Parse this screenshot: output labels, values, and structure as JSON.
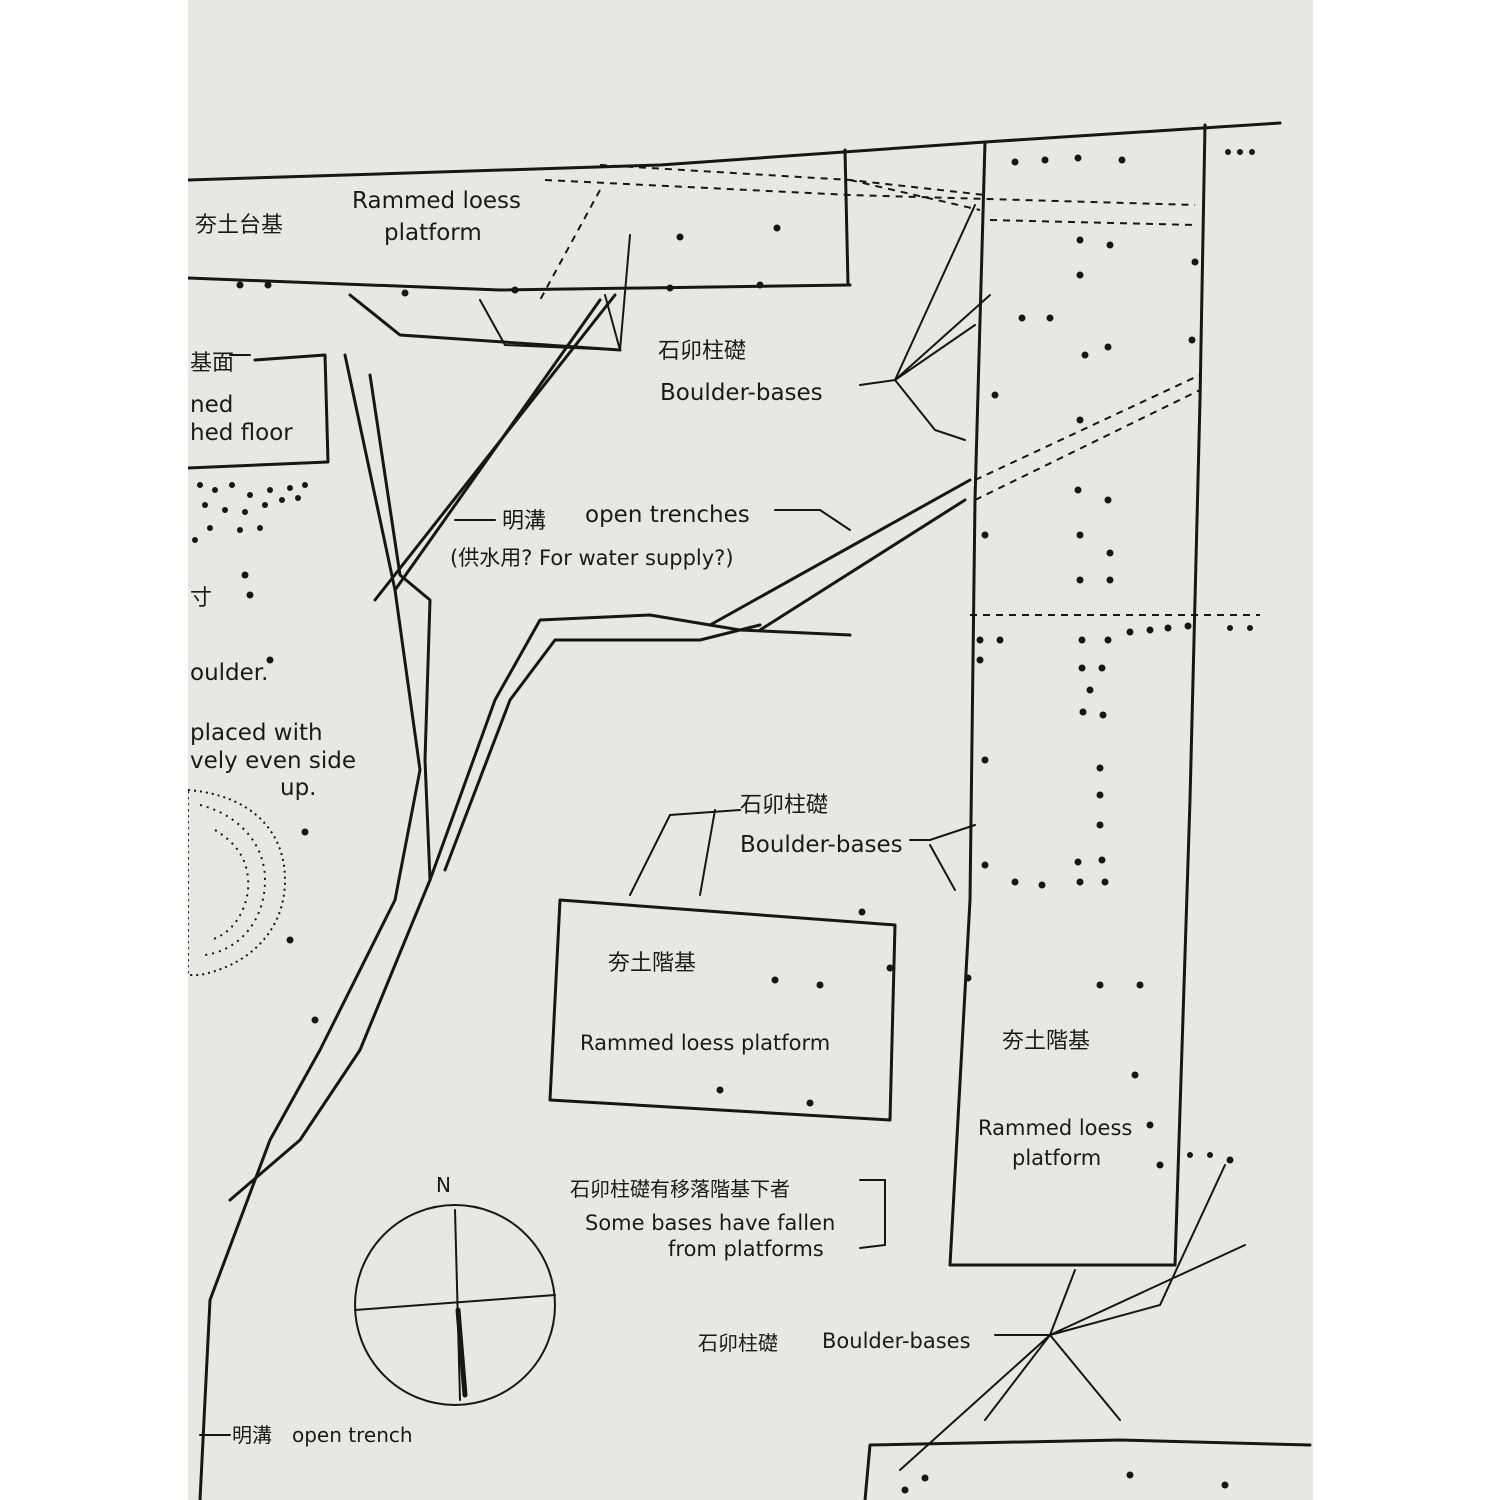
{
  "labels": {
    "top_platform_zh": "夯土台基",
    "top_platform_en_1": "Rammed loess",
    "top_platform_en_2": "platform",
    "floor_zh": "基面",
    "floor_en_1": "ned",
    "floor_en_2": "hed floor",
    "boulder_top_zh": "石卯柱礎",
    "boulder_top_en": "Boulder-bases",
    "trenches_zh": "明溝",
    "trenches_en": "open trenches",
    "trenches_note": "(供水用? For water supply?)",
    "left_cut_1": "寸",
    "left_cut_2": "oulder.",
    "left_cut_3": "placed with",
    "left_cut_4": "vely even side",
    "left_cut_5": "up.",
    "boulder_mid_zh": "石卯柱礎",
    "boulder_mid_en": "Boulder-bases",
    "mid_platform_zh": "夯土階基",
    "mid_platform_en": "Rammed loess platform",
    "right_platform_zh": "夯土階基",
    "right_platform_en_1": "Rammed loess",
    "right_platform_en_2": "platform",
    "fallen_zh": "石卯柱礎有移落階基下者",
    "fallen_en_1": "Some bases have fallen",
    "fallen_en_2": "from platforms",
    "boulder_bottom_zh": "石卯柱礎",
    "boulder_bottom_en": "Boulder-bases",
    "bottom_trench_zh": "明溝",
    "bottom_trench_en": "open trench",
    "north_mark": "N"
  },
  "colors": {
    "paper": "#e9e7e2",
    "ink": "#161616",
    "frame": "#ffffff"
  }
}
